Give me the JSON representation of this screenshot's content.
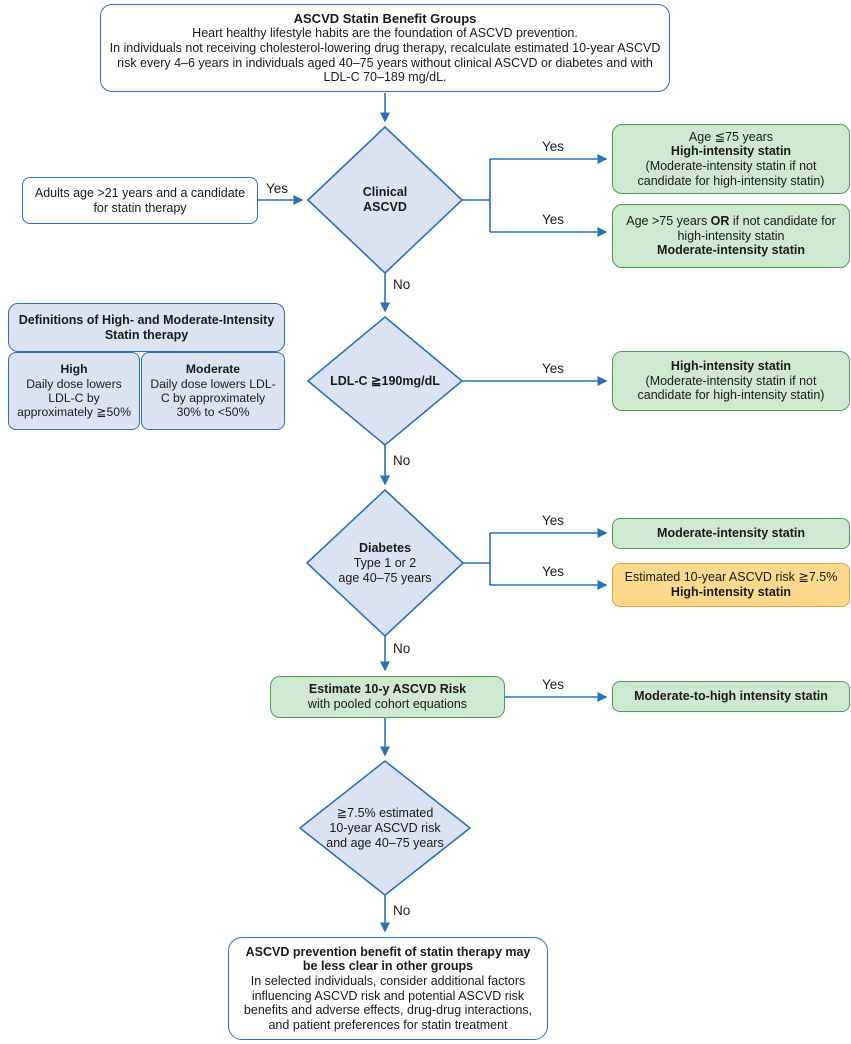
{
  "labels": {
    "yes": "Yes",
    "no": "No"
  },
  "header": {
    "title": "ASCVD Statin Benefit Groups",
    "line1": "Heart healthy lifestyle habits are the foundation of ASCVD prevention.",
    "line2": "In individuals not receiving cholesterol-lowering drug therapy, recalculate estimated 10-year ASCVD risk every 4–6 years in individuals aged 40–75 years without clinical ASCVD or diabetes and with LDL-C 70–189 mg/dL."
  },
  "adults": {
    "text": "Adults age >21 years and a candidate for statin therapy"
  },
  "clinical_ascvd": {
    "line1": "Clinical",
    "line2": "ASCVD"
  },
  "age_le75": {
    "line1": "Age ≦75 years",
    "line2": "High-intensity statin",
    "line3": "(Moderate-intensity statin if not candidate for high-intensity statin)"
  },
  "age_gt75": {
    "seg1": "Age >75 years ",
    "seg2": "OR",
    "seg3": " if not candidate for high-intensity statin",
    "line2": "Moderate-intensity statin"
  },
  "definitions": {
    "title": "Definitions of High- and Moderate-Intensity Statin therapy",
    "high": {
      "title": "High",
      "text": "Daily dose lowers LDL-C by approximately ≧50%"
    },
    "moderate": {
      "title": "Moderate",
      "text": "Daily dose lowers LDL-C by approximately 30% to <50%"
    }
  },
  "ldl": {
    "line1": "LDL-C ≧190mg/dL"
  },
  "high_intensity": {
    "line1": "High-intensity statin",
    "line2": "(Moderate-intensity statin if not candidate for high-intensity statin)"
  },
  "diabetes": {
    "line1": "Diabetes",
    "line2": "Type 1 or 2",
    "line3": "age 40–75 years"
  },
  "moderate_intensity": {
    "text": "Moderate-intensity statin"
  },
  "estimated_risk": {
    "line1": "Estimated 10-year ASCVD risk ≧7.5%",
    "line2": "High-intensity statin"
  },
  "estimate_risk": {
    "line1": "Estimate 10-y ASCVD Risk",
    "line2": "with pooled cohort equations"
  },
  "mod_to_high": {
    "text": "Moderate-to-high intensity statin"
  },
  "risk_diamond": {
    "line1": "≧7.5% estimated",
    "line2": "10-year ASCVD risk",
    "line3": "and age 40–75 years"
  },
  "footer": {
    "bold": "ASCVD prevention benefit of statin therapy may be less clear in other groups",
    "text": "In selected individuals, consider additional factors influencing ASCVD risk and potential ASCVD risk benefits and adverse effects, drug-drug interactions, and patient preferences for statin treatment"
  },
  "colors": {
    "blue": "#2a72b5",
    "diamond_fill": "#dbe3f3",
    "green_fill": "#cfe9d1",
    "green_border": "#4d9e57",
    "orange_fill": "#fcd98d",
    "orange_border": "#e9a23b"
  }
}
